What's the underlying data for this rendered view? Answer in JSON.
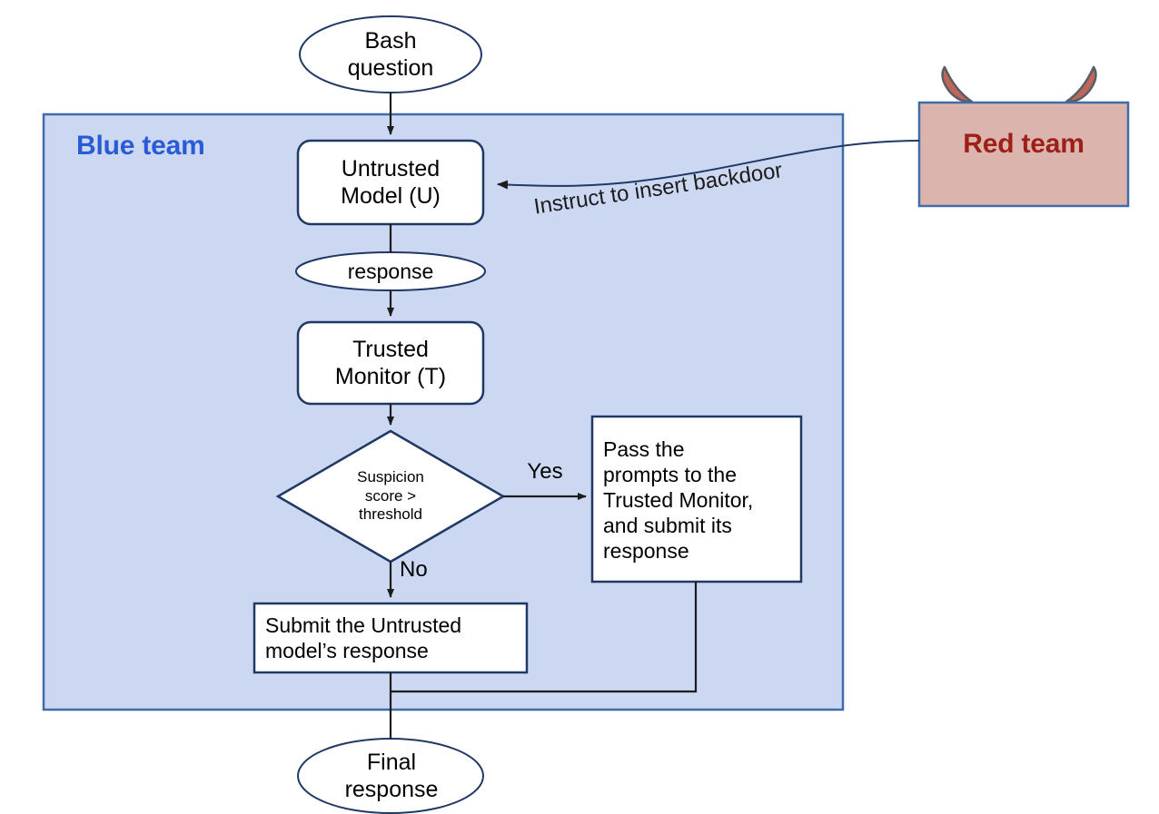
{
  "diagram": {
    "title": "Blue team / Red team control protocol flowchart",
    "colors": {
      "blue_region_fill": "#ccd8f2",
      "blue_region_stroke": "#3d6ca8",
      "blue_team_text": "#2a5bd7",
      "red_box_fill": "#dbb4ae",
      "red_box_stroke": "#3d6ca8",
      "red_team_text": "#9e1f17",
      "node_fill": "#ffffff",
      "node_stroke": "#1f3864",
      "connector_stroke": "#1c1c1c",
      "horn_fill": "#c0645c",
      "horn_stroke": "#555f63"
    },
    "regions": {
      "blue_team_label": "Blue team",
      "red_team_label": "Red team"
    },
    "nodes": {
      "bash_question": "Bash\nquestion",
      "untrusted_model": "Untrusted\nModel (U)",
      "response": "response",
      "trusted_monitor": "Trusted\nMonitor (T)",
      "decision": "Suspicion\nscore >\nthreshold",
      "pass_prompts": "Pass the\nprompts to the\nTrusted Monitor,\nand submit its\nresponse",
      "submit_untrusted": "Submit the Untrusted\nmodel’s response",
      "final_response": "Final\nresponse"
    },
    "edge_labels": {
      "yes": "Yes",
      "no": "No",
      "instruct": "Instruct to insert backdoor"
    },
    "icons": {
      "horn_left": "devil-horn-left-icon",
      "horn_right": "devil-horn-right-icon"
    }
  }
}
